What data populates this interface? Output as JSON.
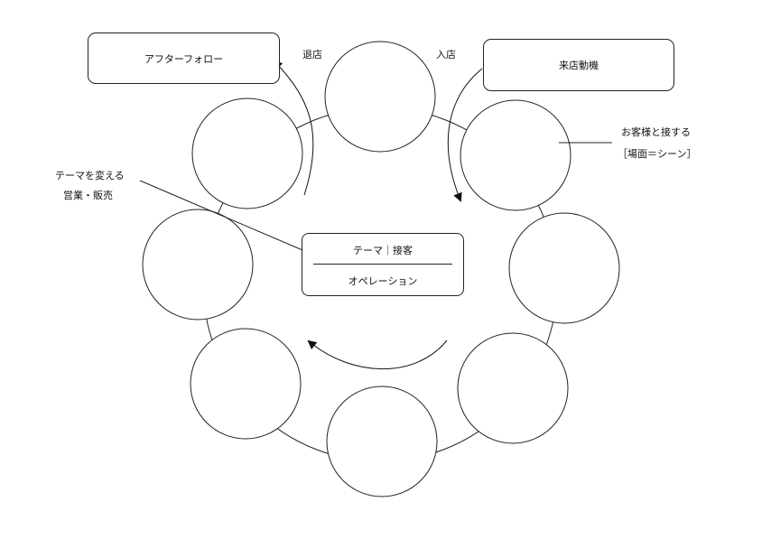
{
  "diagram": {
    "boxes": {
      "after_follow": "アフターフォロー",
      "visit_motive": "来店動機"
    },
    "arrows": {
      "exit_label": "退店",
      "enter_label": "入店"
    },
    "annotations": {
      "customer_contact": "お客様と接する",
      "scene": "［場面＝シーン］",
      "change_theme": "テーマを変える",
      "sales": "営業・販売"
    },
    "center": {
      "theme": "テーマ｜接客",
      "operation": "オペレーション"
    }
  }
}
